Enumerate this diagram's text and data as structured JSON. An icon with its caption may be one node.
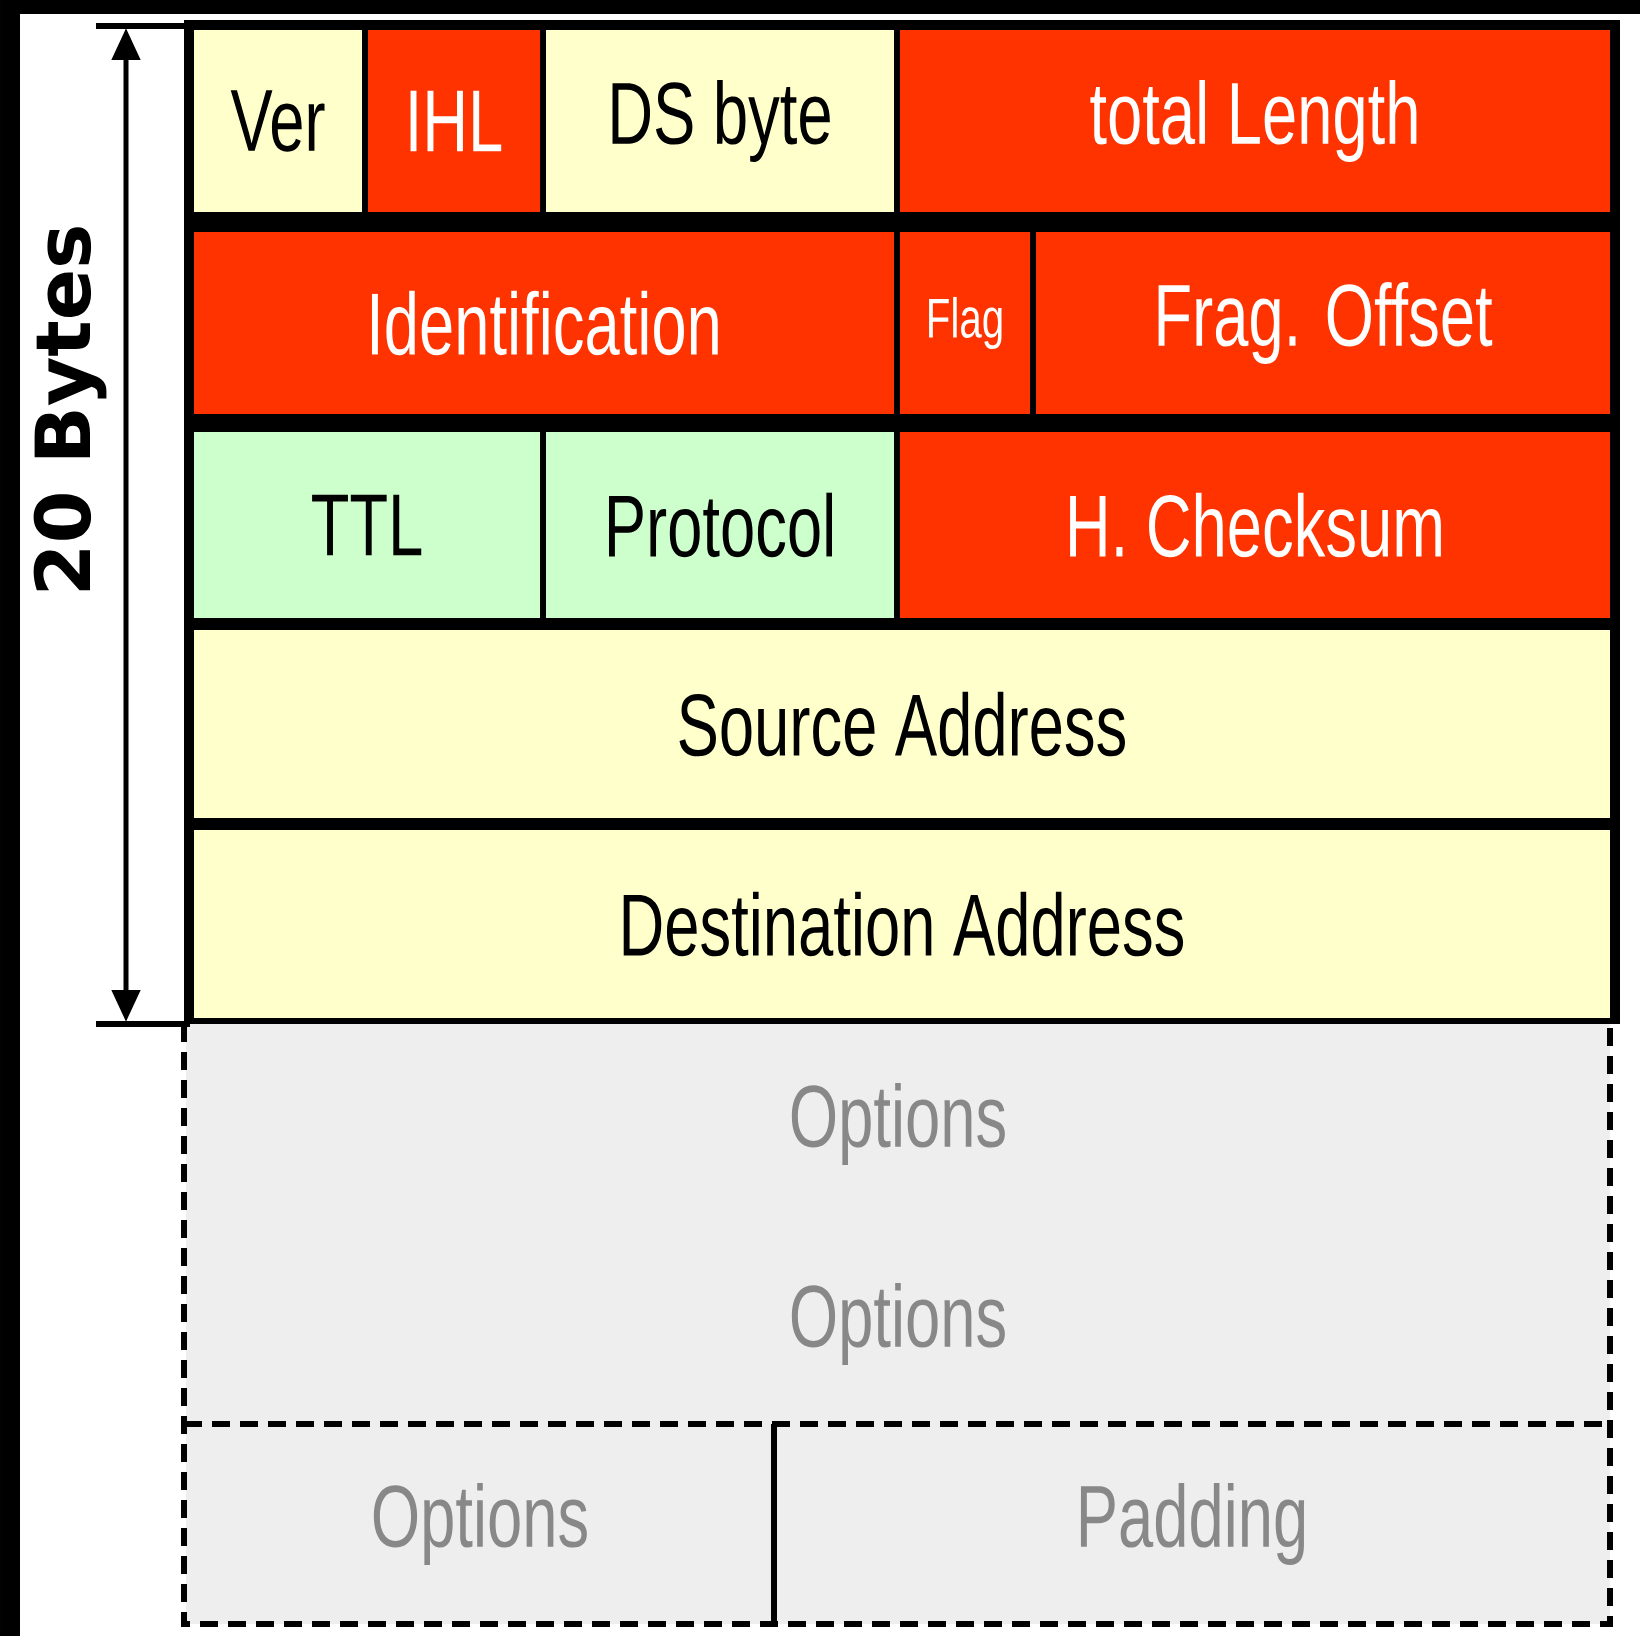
{
  "diagram": {
    "nodes": [
      {
        "text": [
          "Ver"
        ]
      },
      {
        "text": [
          "IHL"
        ]
      },
      {
        "text": [
          "DS byte"
        ]
      },
      {
        "text": [
          "total Length"
        ]
      },
      {
        "text": [
          "Identification"
        ]
      },
      {
        "text": [
          "Flag"
        ]
      },
      {
        "text": [
          "Frag. Offset"
        ]
      },
      {
        "text": [
          "TTL"
        ]
      },
      {
        "text": [
          "Protocol"
        ]
      },
      {
        "text": [
          "H. Checksum"
        ]
      },
      {
        "text": [
          "Source Address"
        ]
      },
      {
        "text": [
          "Destination Address"
        ]
      },
      {
        "text": [
          "Options",
          "Options"
        ]
      },
      {
        "text": [
          "Options"
        ]
      },
      {
        "text": [
          "Padding"
        ]
      }
    ],
    "labels": [
      "20 Bytes"
    ]
  }
}
